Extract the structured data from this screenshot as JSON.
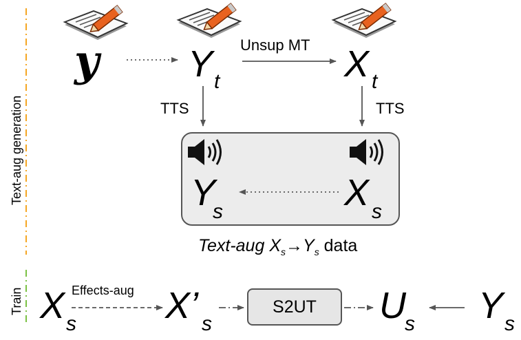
{
  "side_labels": {
    "generation": "Text-aug generation",
    "train": "Train"
  },
  "nodes": {
    "y_text": "y",
    "yt_main": "Y",
    "yt_sub": "t",
    "xt_main": "X",
    "xt_sub": "t",
    "ys_main": "Y",
    "ys_sub": "s",
    "xs_main": "X",
    "xs_sub": "s",
    "train_xs_main": "X",
    "train_xs_sub": "s",
    "xprime_main": "X’",
    "xprime_sub": "s",
    "us_main": "U",
    "us_sub": "s",
    "train_ys_main": "Y",
    "train_ys_sub": "s"
  },
  "edge_labels": {
    "unsup_mt": "Unsup MT",
    "tts_left": "TTS",
    "tts_right": "TTS",
    "effects_aug": "Effects-aug"
  },
  "s2ut": "S2UT",
  "caption": {
    "prefix": "Text-aug ",
    "x": "X",
    "x_sub": "s",
    "arrow": "→",
    "y": "Y",
    "y_sub": "s",
    "suffix": " data"
  },
  "icons": [
    "document-pencil-icon",
    "document-pencil-icon",
    "document-pencil-icon",
    "speaker-icon",
    "speaker-icon"
  ],
  "colors": {
    "divider_orange": "#f5a623",
    "divider_green": "#7ac143",
    "pencil": "#e8621f",
    "arrow": "#555555",
    "box_fill": "#ececec"
  }
}
